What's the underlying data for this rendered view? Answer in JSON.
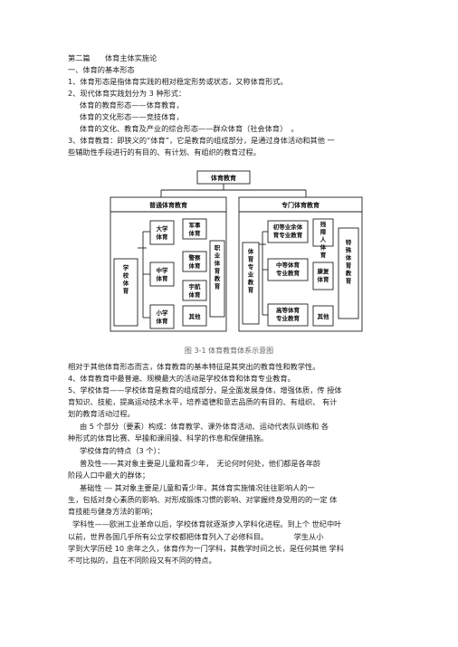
{
  "lines": [
    "第二篇　　体育主体实施论",
    "一、体育的基本形态",
    "1、体育形态是指体育实践的相对稳定形势或状态，又称体育形式。",
    "2、现代体育实践划分为 3 种形式：",
    "体育的教育形态——体育教育，",
    "体育的文化形态——竞技体育，",
    "体育的文化、教育及产业的综合形态——群众体育（社会体育）　。",
    "3、体育教育：即狭义的“体育”，它是教育的组成部分，是通过身体活动和其他 一",
    "些辅助性手段进行的有目的、有计划、有组织的教育过程。"
  ],
  "diagram": {
    "root": "体育教育",
    "general": "普通体育教育",
    "special": "专门体育教育",
    "school": "学校体育",
    "university": "大学体育",
    "middle": "中学体育",
    "primary": "小学体育",
    "military": "军事体育",
    "police": "警察体育",
    "aerospace": "宇航体育",
    "other_left": "其他",
    "vocational": "职业体育教育",
    "pro": "体育专业教育",
    "amateur": "初等业余体育专业教育",
    "secondary": "中等体育专业教育",
    "higher": "高等体育专业教育",
    "disabled": "残障人体育",
    "rehab": "康复体育",
    "other_right": "其他",
    "special_sports": "特殊体育教育"
  },
  "caption": "图 3-1 体育教育体系示意图",
  "lines2": [
    "相对于其他体育形态而言，体育教育的基本特征是其突出的教育性和教学性。",
    "4、体育教育中最普遍、规模最大的活动是学校体育和体育专业教育。",
    "5、学校体育——学校体育是教育的组成部分，是全面发展身体，增强体质，传 授体",
    "育知识、技能，提高运动技术水平，培养道德和意志品质的有目的、有组织、 有计",
    "划的教育活动过程。",
    "由 5 个部分（要素）构成：体育教学、课外体育活动、运动代表队训练和 各",
    "种形式的体育比赛、早操和课间操、科学的作息和保健措施。",
    "学校体育的特点（3 个）：",
    "普及性——其对象主要是儿童和青少年，　无论何时何处，他们都是各年龄",
    "阶段人口中最大的群体；",
    "基础性 --- 其对象主要是儿童和青少年，其体育实施情况往往影响人的一",
    "生，包括对身心素质的影响、对形成锻炼习惯的影响、对掌握终身受用的的一定 体",
    "育技能与健身方法的影响；",
    "学科性——欧洲工业革命以后，学校体育就逐渐步入学科化进程。到上个 世纪中叶",
    "以前，世界各国几乎所有公立学校都把体育列入了必修科目。　　　　学生从小",
    "学到大学历经 10 余年之久，体育作为一门学科，其教学时间之长，是任何其他 学科",
    "不可比拟的，且在不同阶段又有不同的特点。"
  ]
}
